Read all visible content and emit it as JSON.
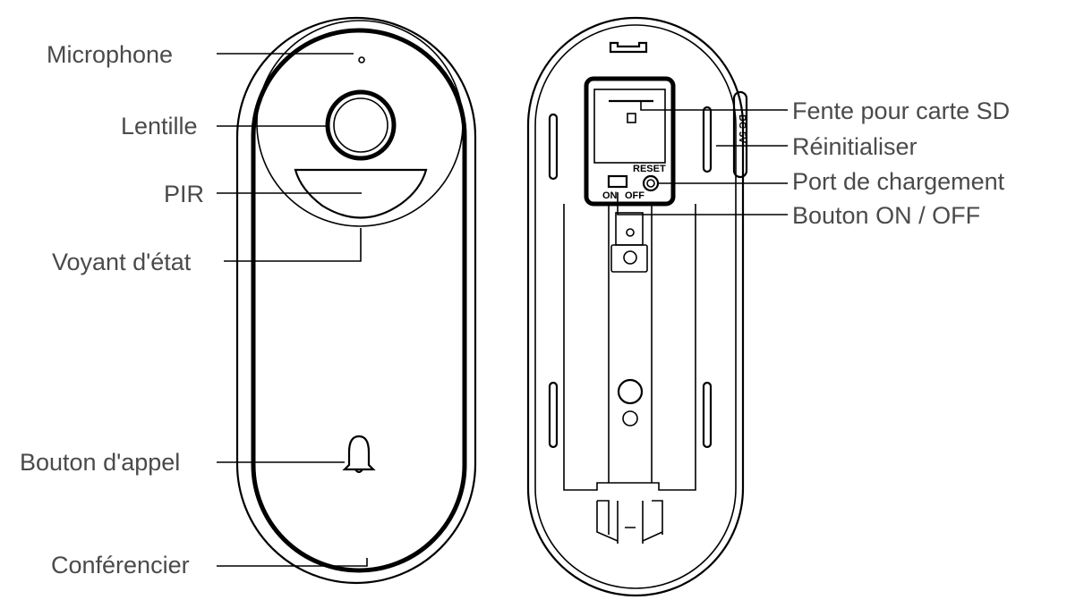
{
  "front_labels": {
    "microphone": "Microphone",
    "lens": "Lentille",
    "pir": "PIR",
    "status_light": "Voyant d'état",
    "call_button": "Bouton d'appel",
    "speaker": "Conférencier"
  },
  "back_labels": {
    "sd_slot": "Fente pour carte SD",
    "reset": "Réinitialiser",
    "charging_port": "Port de chargement",
    "on_off_button": "Bouton ON / OFF"
  },
  "device_markings": {
    "reset": "RESET",
    "on": "ON",
    "off": "OFF",
    "dc": "DC 5V"
  }
}
